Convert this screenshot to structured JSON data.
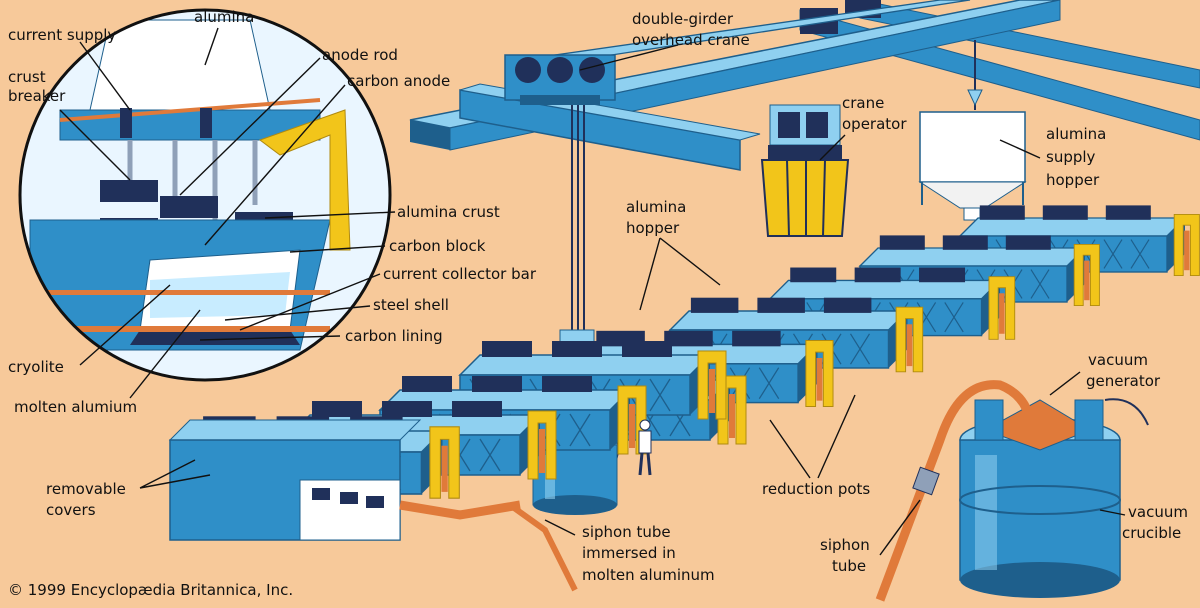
{
  "labels": {
    "current_supply": "current supply",
    "alumina": "alumina",
    "crust": "crust",
    "breaker": "breaker",
    "anode_rod": "anode rod",
    "carbon_anode": "carbon anode",
    "double_girder": "double-girder",
    "overhead_crane": "overhead crane",
    "crane": "crane",
    "operator": "operator",
    "alumina_supply_1": "alumina",
    "alumina_supply_2": "supply",
    "alumina_supply_3": "hopper",
    "alumina_crust": "alumina crust",
    "carbon_block": "carbon block",
    "current_collector_bar": "current collector bar",
    "steel_shell": "steel shell",
    "carbon_lining": "carbon lining",
    "alumina_hopper_1": "alumina",
    "alumina_hopper_2": "hopper",
    "cryolite": "cryolite",
    "molten_alumium": "molten alumium",
    "vacuum_gen_1": "vacuum",
    "vacuum_gen_2": "generator",
    "removable_1": "removable",
    "removable_2": "covers",
    "reduction_pots": "reduction pots",
    "siphon_immersed_1": "siphon tube",
    "siphon_immersed_2": "immersed in",
    "siphon_immersed_3": "molten aluminum",
    "siphon_1": "siphon",
    "siphon_2": "tube",
    "vacuum_cru_1": "vacuum",
    "vacuum_cru_2": "crucible"
  },
  "copyright": "© 1999 Encyclopædia Britannica, Inc.",
  "colors": {
    "background": "#f7c99a",
    "steel_blue": "#2f8fc8",
    "steel_dark": "#1e5f8c",
    "steel_light": "#8fd0f0",
    "navy": "#20305a",
    "yellow": "#f2c51a",
    "copper": "#e07a3a",
    "white": "#ffffff"
  }
}
